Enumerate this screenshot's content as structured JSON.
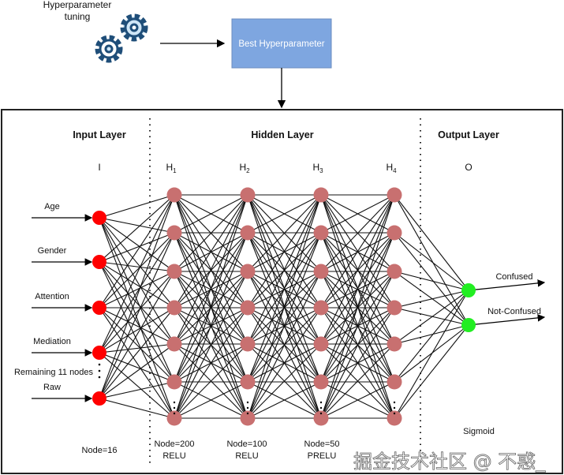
{
  "top": {
    "tuning_label_line1": "Hyperparameter",
    "tuning_label_line2": "tuning",
    "icon": "gears-icon",
    "best_box_label": "Best Hyperparameter",
    "best_box_color": "#7ea6e0"
  },
  "layers": {
    "input_title": "Input Layer",
    "hidden_title": "Hidden Layer",
    "output_title": "Output Layer",
    "input_symbol": "I",
    "hidden_symbols": [
      {
        "base": "H",
        "sub": "1"
      },
      {
        "base": "H",
        "sub": "2"
      },
      {
        "base": "H",
        "sub": "3"
      },
      {
        "base": "H",
        "sub": "4"
      }
    ],
    "output_symbol": "O"
  },
  "inputs": [
    "Age",
    "Gender",
    "Attention",
    "Mediation",
    "Raw"
  ],
  "remaining_note": "Remaining 11 nodes",
  "outputs": [
    "Confused",
    "Not-Confused"
  ],
  "footer": {
    "input_nodes": "Node=16",
    "h1": [
      "Node=200",
      "RELU"
    ],
    "h2": [
      "Node=100",
      "RELU"
    ],
    "h3": [
      "Node=50",
      "PRELU"
    ],
    "output": "Sigmoid"
  },
  "colors": {
    "input_node": "#ff0000",
    "hidden_node": "#c87070",
    "output_node": "#22ee22"
  },
  "watermark": "掘金技术社区 @ 不惑_"
}
